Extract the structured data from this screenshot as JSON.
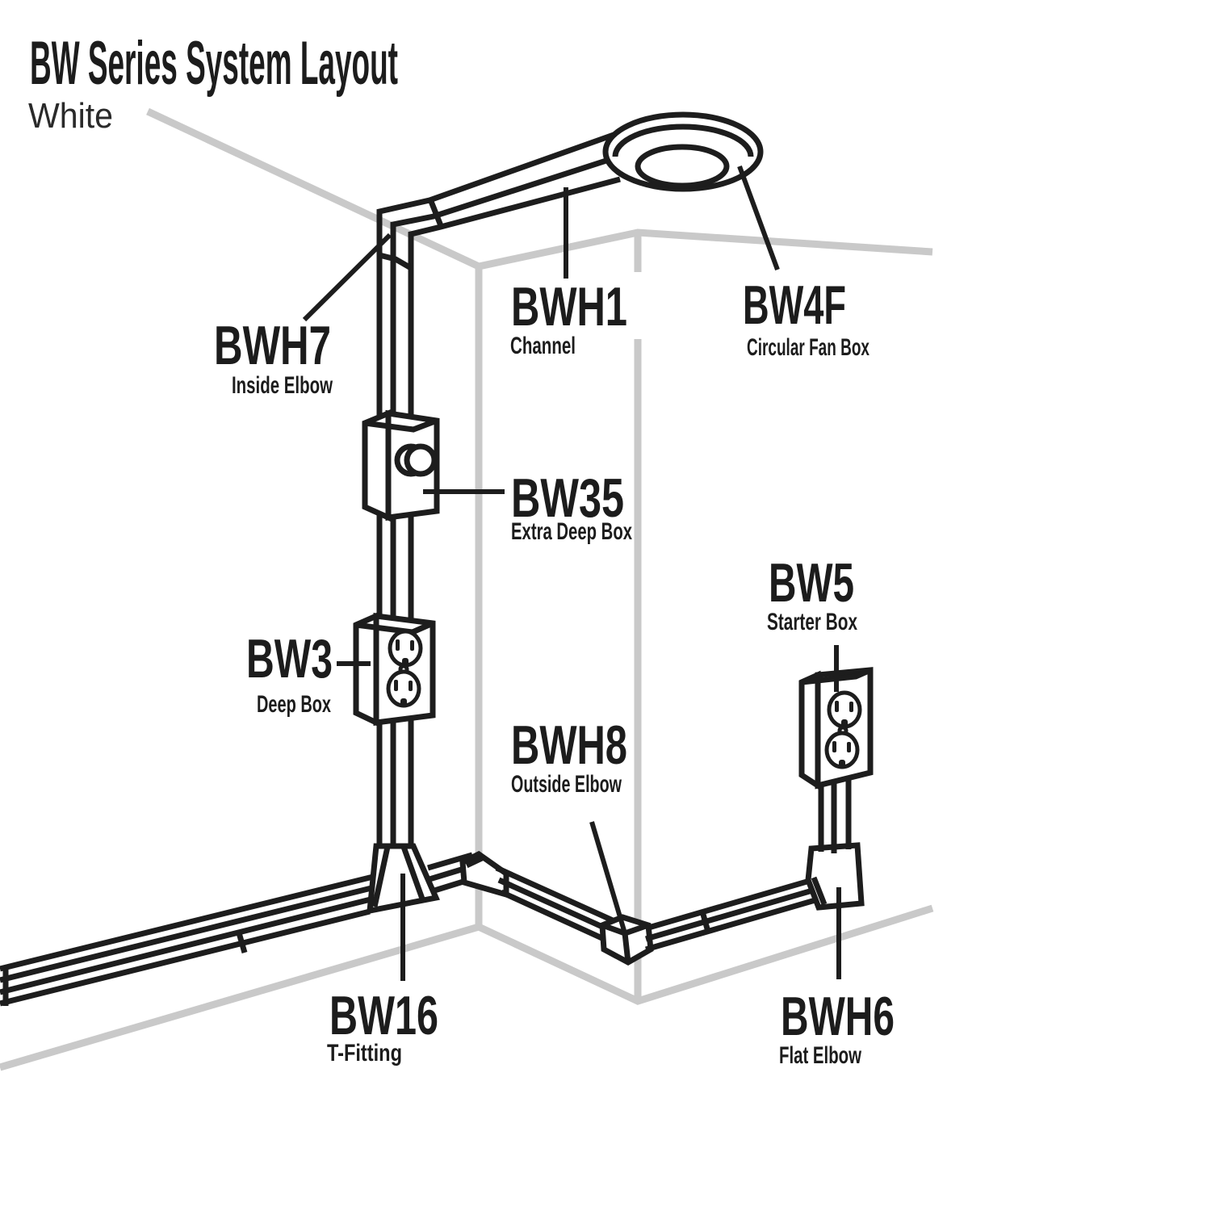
{
  "title": "BW Series System Layout",
  "subtitle": "White",
  "colors": {
    "ink": "#1d1d1d",
    "room_line": "#c9c9c9",
    "background": "#ffffff"
  },
  "parts": [
    {
      "id": "BWH7",
      "name": "Inside Elbow"
    },
    {
      "id": "BWH1",
      "name": "Channel"
    },
    {
      "id": "BW4F",
      "name": "Circular Fan Box"
    },
    {
      "id": "BW35",
      "name": "Extra Deep Box"
    },
    {
      "id": "BW3",
      "name": "Deep Box"
    },
    {
      "id": "BW5",
      "name": "Starter Box"
    },
    {
      "id": "BWH8",
      "name": "Outside Elbow"
    },
    {
      "id": "BW16",
      "name": "T-Fitting"
    },
    {
      "id": "BWH6",
      "name": "Flat Elbow"
    }
  ]
}
